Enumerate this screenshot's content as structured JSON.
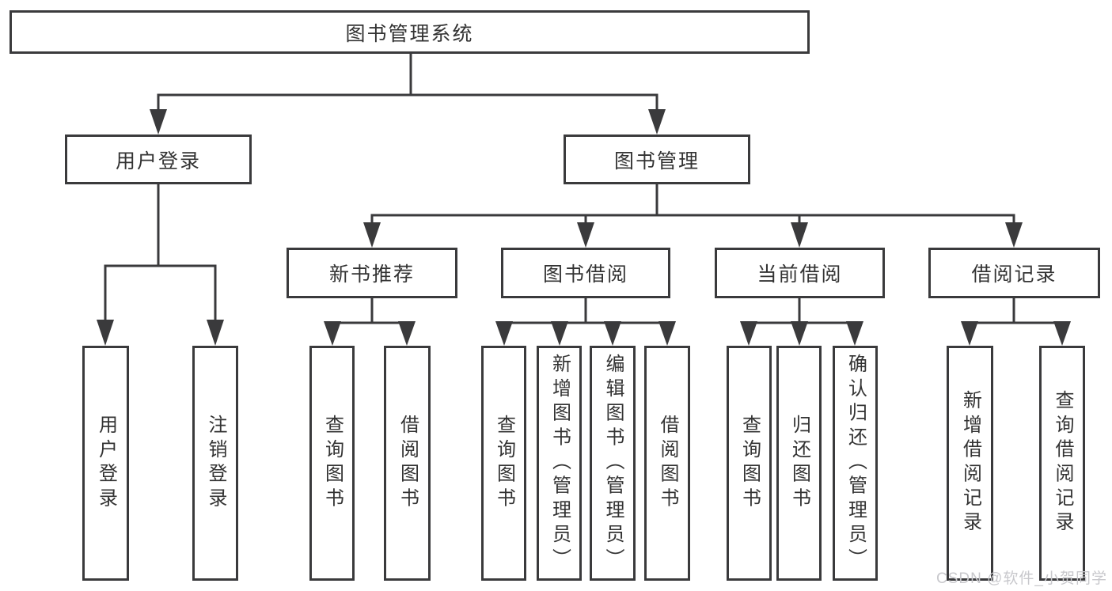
{
  "tree": {
    "label": "图书管理系统",
    "children": [
      {
        "label": "用户登录",
        "children": [
          {
            "label": "用户登录"
          },
          {
            "label": "注销登录"
          }
        ]
      },
      {
        "label": "图书管理",
        "children": [
          {
            "label": "新书推荐",
            "children": [
              {
                "label": "查询图书"
              },
              {
                "label": "借阅图书"
              }
            ]
          },
          {
            "label": "图书借阅",
            "children": [
              {
                "label": "查询图书"
              },
              {
                "label": "新增图书（管理员）"
              },
              {
                "label": "编辑图书（管理员）"
              },
              {
                "label": "借阅图书"
              }
            ]
          },
          {
            "label": "当前借阅",
            "children": [
              {
                "label": "查询图书"
              },
              {
                "label": "归还图书"
              },
              {
                "label": "确认归还（管理员）"
              }
            ]
          },
          {
            "label": "借阅记录",
            "children": [
              {
                "label": "新增借阅记录"
              },
              {
                "label": "查询借阅记录"
              }
            ]
          }
        ]
      }
    ]
  },
  "watermark": "CSDN @软件_小贺同学",
  "colors": {
    "line": "#3a3a3c",
    "text": "#333333",
    "watermark": "#c8c8cc",
    "background": "#ffffff"
  }
}
